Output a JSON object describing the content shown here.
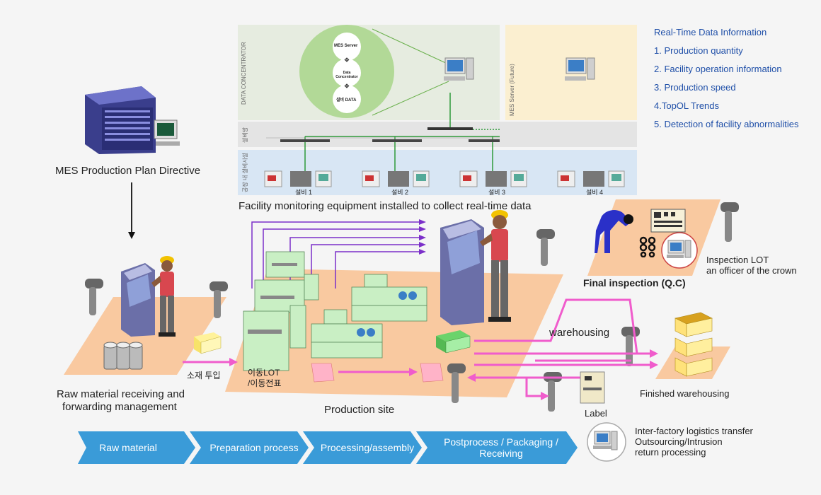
{
  "top_panel": {
    "data_concentrator_label": "DATA CONCENTRATOR",
    "mes_server_future_label": "MES Server (Future)",
    "network_label": "설비망",
    "field_label": "공장 내 설비시설",
    "nodes": {
      "mes_server": "MES Server",
      "data_concentrator": "Data Concentrator",
      "equip_data": "설비 DATA"
    },
    "equipment": [
      "설비 1",
      "설비 2",
      "설비 3",
      "설비 4"
    ],
    "caption": "Facility monitoring equipment installed to collect real-time data"
  },
  "realtime_info": {
    "title": "Real-Time Data Information",
    "items": [
      "1. Production quantity",
      "2. Facility operation information",
      "3. Production speed",
      "4.TopOL Trends",
      "5. Detection of facility abnormalities"
    ]
  },
  "labels": {
    "mes_plan": "MES Production Plan Directive",
    "material_input": "소재 투입",
    "raw_material_1": "Raw material receiving and",
    "raw_material_2": "forwarding management",
    "move_lot_1": "이동LOT",
    "move_lot_2": "/이동전표",
    "production_site": "Production site",
    "warehousing": "warehousing",
    "final_inspection": "Final inspection (Q.C)",
    "inspection_lot_1": "Inspection LOT",
    "inspection_lot_2": "an officer of the crown",
    "finished_warehousing": "Finished warehousing",
    "label": "Label",
    "logistics_1": "Inter-factory logistics transfer",
    "logistics_2": "Outsourcing/Intrusion",
    "logistics_3": "return processing"
  },
  "process_steps": [
    "Raw material",
    "Preparation process",
    "Processing/assembly",
    "Postprocess / Packaging / Receiving"
  ],
  "colors": {
    "step_blue": "#3a9bd8",
    "floor": "#f9c9a0",
    "legend_text": "#1f4fa8",
    "arrow_pink": "#f05ccc",
    "arrow_purple": "#7b2fc9",
    "network_green": "#2e9a3a"
  }
}
